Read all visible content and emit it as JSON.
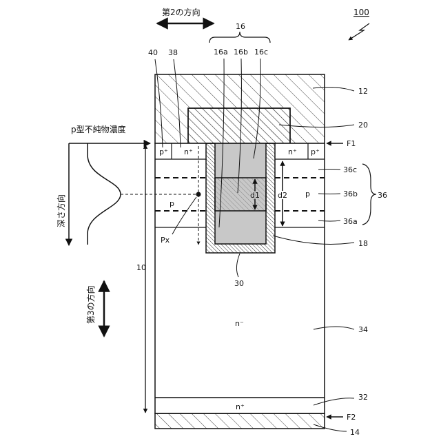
{
  "figure_number": "100",
  "direction_labels": {
    "second": "第2の方向",
    "third": "第3の方向",
    "depth": "深さ方向",
    "concentration": "p型不純物濃度"
  },
  "refs": {
    "r16": "16",
    "r16a": "16a",
    "r16b": "16b",
    "r16c": "16c",
    "r40": "40",
    "r38": "38",
    "r12": "12",
    "r20": "20",
    "rF1": "F1",
    "r36c": "36c",
    "r36b": "36b",
    "r36a": "36a",
    "r36": "36",
    "r18": "18",
    "r30": "30",
    "r34": "34",
    "r32": "32",
    "rF2": "F2",
    "r14": "14",
    "r10": "10",
    "rPx": "Px",
    "rd1": "d1",
    "rd2": "d2"
  },
  "regions": {
    "p_plus_left": "p⁺",
    "n_plus_left": "n⁺",
    "n_plus_right": "n⁺",
    "p_plus_right": "p⁺",
    "p_left": "p",
    "p_right": "p",
    "n_minus": "n⁻",
    "n_plus_bottom": "n⁺"
  },
  "colors": {
    "line": "#111111",
    "hatch": "#333333",
    "gate_fill": "#c8c8c8",
    "trench_hatch": "#555555"
  }
}
